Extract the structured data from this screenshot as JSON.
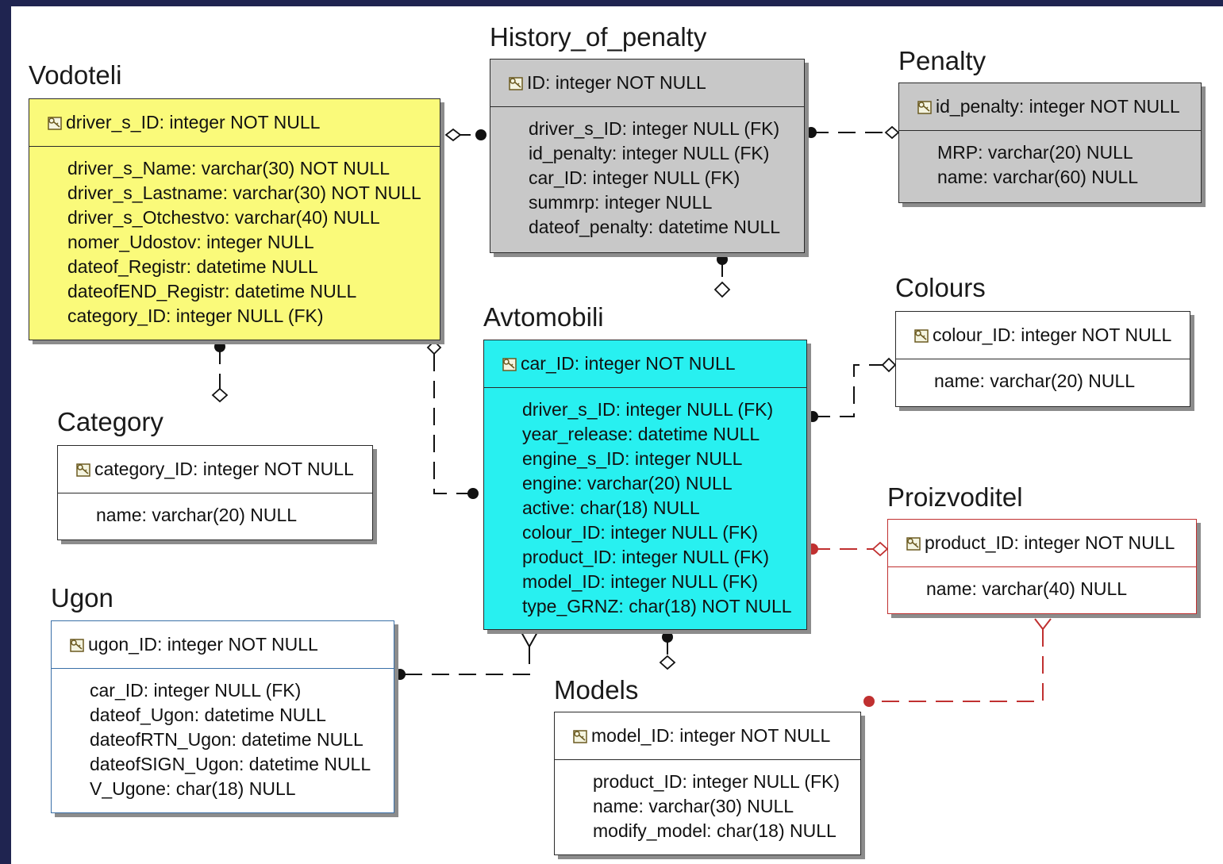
{
  "entities": {
    "vodoteli": {
      "name": "Vodoteli",
      "pk": "driver_s_ID: integer NOT NULL",
      "attrs": [
        "driver_s_Name: varchar(30) NOT NULL",
        "driver_s_Lastname: varchar(30) NOT NULL",
        "driver_s_Otchestvo: varchar(40) NULL",
        "nomer_Udostov: integer NULL",
        "dateof_Registr: datetime NULL",
        "dateofEND_Registr: datetime NULL",
        "category_ID: integer NULL (FK)"
      ],
      "fill": "#fafa7a"
    },
    "history": {
      "name": "History_of_penalty",
      "pk": "ID: integer NOT NULL",
      "attrs": [
        "driver_s_ID: integer NULL (FK)",
        "id_penalty: integer NULL (FK)",
        "car_ID: integer NULL (FK)",
        "summrp: integer NULL",
        "dateof_penalty: datetime NULL"
      ],
      "fill": "#c8c8c8"
    },
    "penalty": {
      "name": "Penalty",
      "pk": "id_penalty: integer NOT NULL",
      "attrs": [
        "MRP: varchar(20) NULL",
        "name: varchar(60) NULL"
      ],
      "fill": "#c8c8c8"
    },
    "colours": {
      "name": "Colours",
      "pk": "colour_ID: integer NOT NULL",
      "attrs": [
        "name: varchar(20) NULL"
      ],
      "fill": "#ffffff"
    },
    "avtomobili": {
      "name": "Avtomobili",
      "pk": "car_ID: integer NOT NULL",
      "attrs": [
        "driver_s_ID: integer NULL (FK)",
        "year_release: datetime NULL",
        "engine_s_ID: integer NULL",
        "engine: varchar(20) NULL",
        "active: char(18) NULL",
        "colour_ID: integer NULL (FK)",
        "product_ID: integer NULL (FK)",
        "model_ID: integer NULL (FK)",
        "type_GRNZ: char(18) NOT NULL"
      ],
      "fill": "#28f0f0"
    },
    "category": {
      "name": "Category",
      "pk": "category_ID: integer NOT NULL",
      "attrs": [
        "name: varchar(20) NULL"
      ],
      "fill": "#ffffff"
    },
    "proizvoditel": {
      "name": "Proizvoditel",
      "pk": "product_ID: integer NOT NULL",
      "attrs": [
        "name: varchar(40) NULL"
      ],
      "fill": "#ffffff",
      "border": "#c03030"
    },
    "ugon": {
      "name": "Ugon",
      "pk": "ugon_ID: integer NOT NULL",
      "attrs": [
        "car_ID: integer NULL (FK)",
        "dateof_Ugon: datetime NULL",
        "dateofRTN_Ugon: datetime NULL",
        "dateofSIGN_Ugon: datetime NULL",
        "V_Ugone: char(18) NULL"
      ],
      "fill": "#ffffff",
      "border": "#3a70a8"
    },
    "models": {
      "name": "Models",
      "pk": "model_ID: integer NOT NULL",
      "attrs": [
        "product_ID: integer NULL (FK)",
        "name: varchar(30) NULL",
        "modify_model: char(18) NULL"
      ],
      "fill": "#ffffff"
    }
  },
  "relationships": [
    {
      "from": "vodoteli",
      "to": "history",
      "color": "#111111"
    },
    {
      "from": "penalty",
      "to": "history",
      "color": "#111111"
    },
    {
      "from": "vodoteli",
      "to": "avtomobili",
      "color": "#111111"
    },
    {
      "from": "colours",
      "to": "avtomobili",
      "color": "#111111"
    },
    {
      "from": "proizvoditel",
      "to": "avtomobili",
      "color": "#c03030"
    },
    {
      "from": "avtomobili",
      "to": "ugon",
      "color": "#111111"
    },
    {
      "from": "proizvoditel",
      "to": "models",
      "color": "#c03030"
    },
    {
      "from": "category",
      "to": "vodoteli",
      "color": "#111111"
    },
    {
      "from": "avtomobili",
      "to": "history",
      "color": "#111111"
    },
    {
      "from": "models",
      "to": "avtomobili",
      "color": "#111111"
    }
  ],
  "colors": {
    "background_frame": "#1f2450",
    "shadow": "#8c8c8c",
    "line": "#111111",
    "identifying_line": "#c03030"
  }
}
